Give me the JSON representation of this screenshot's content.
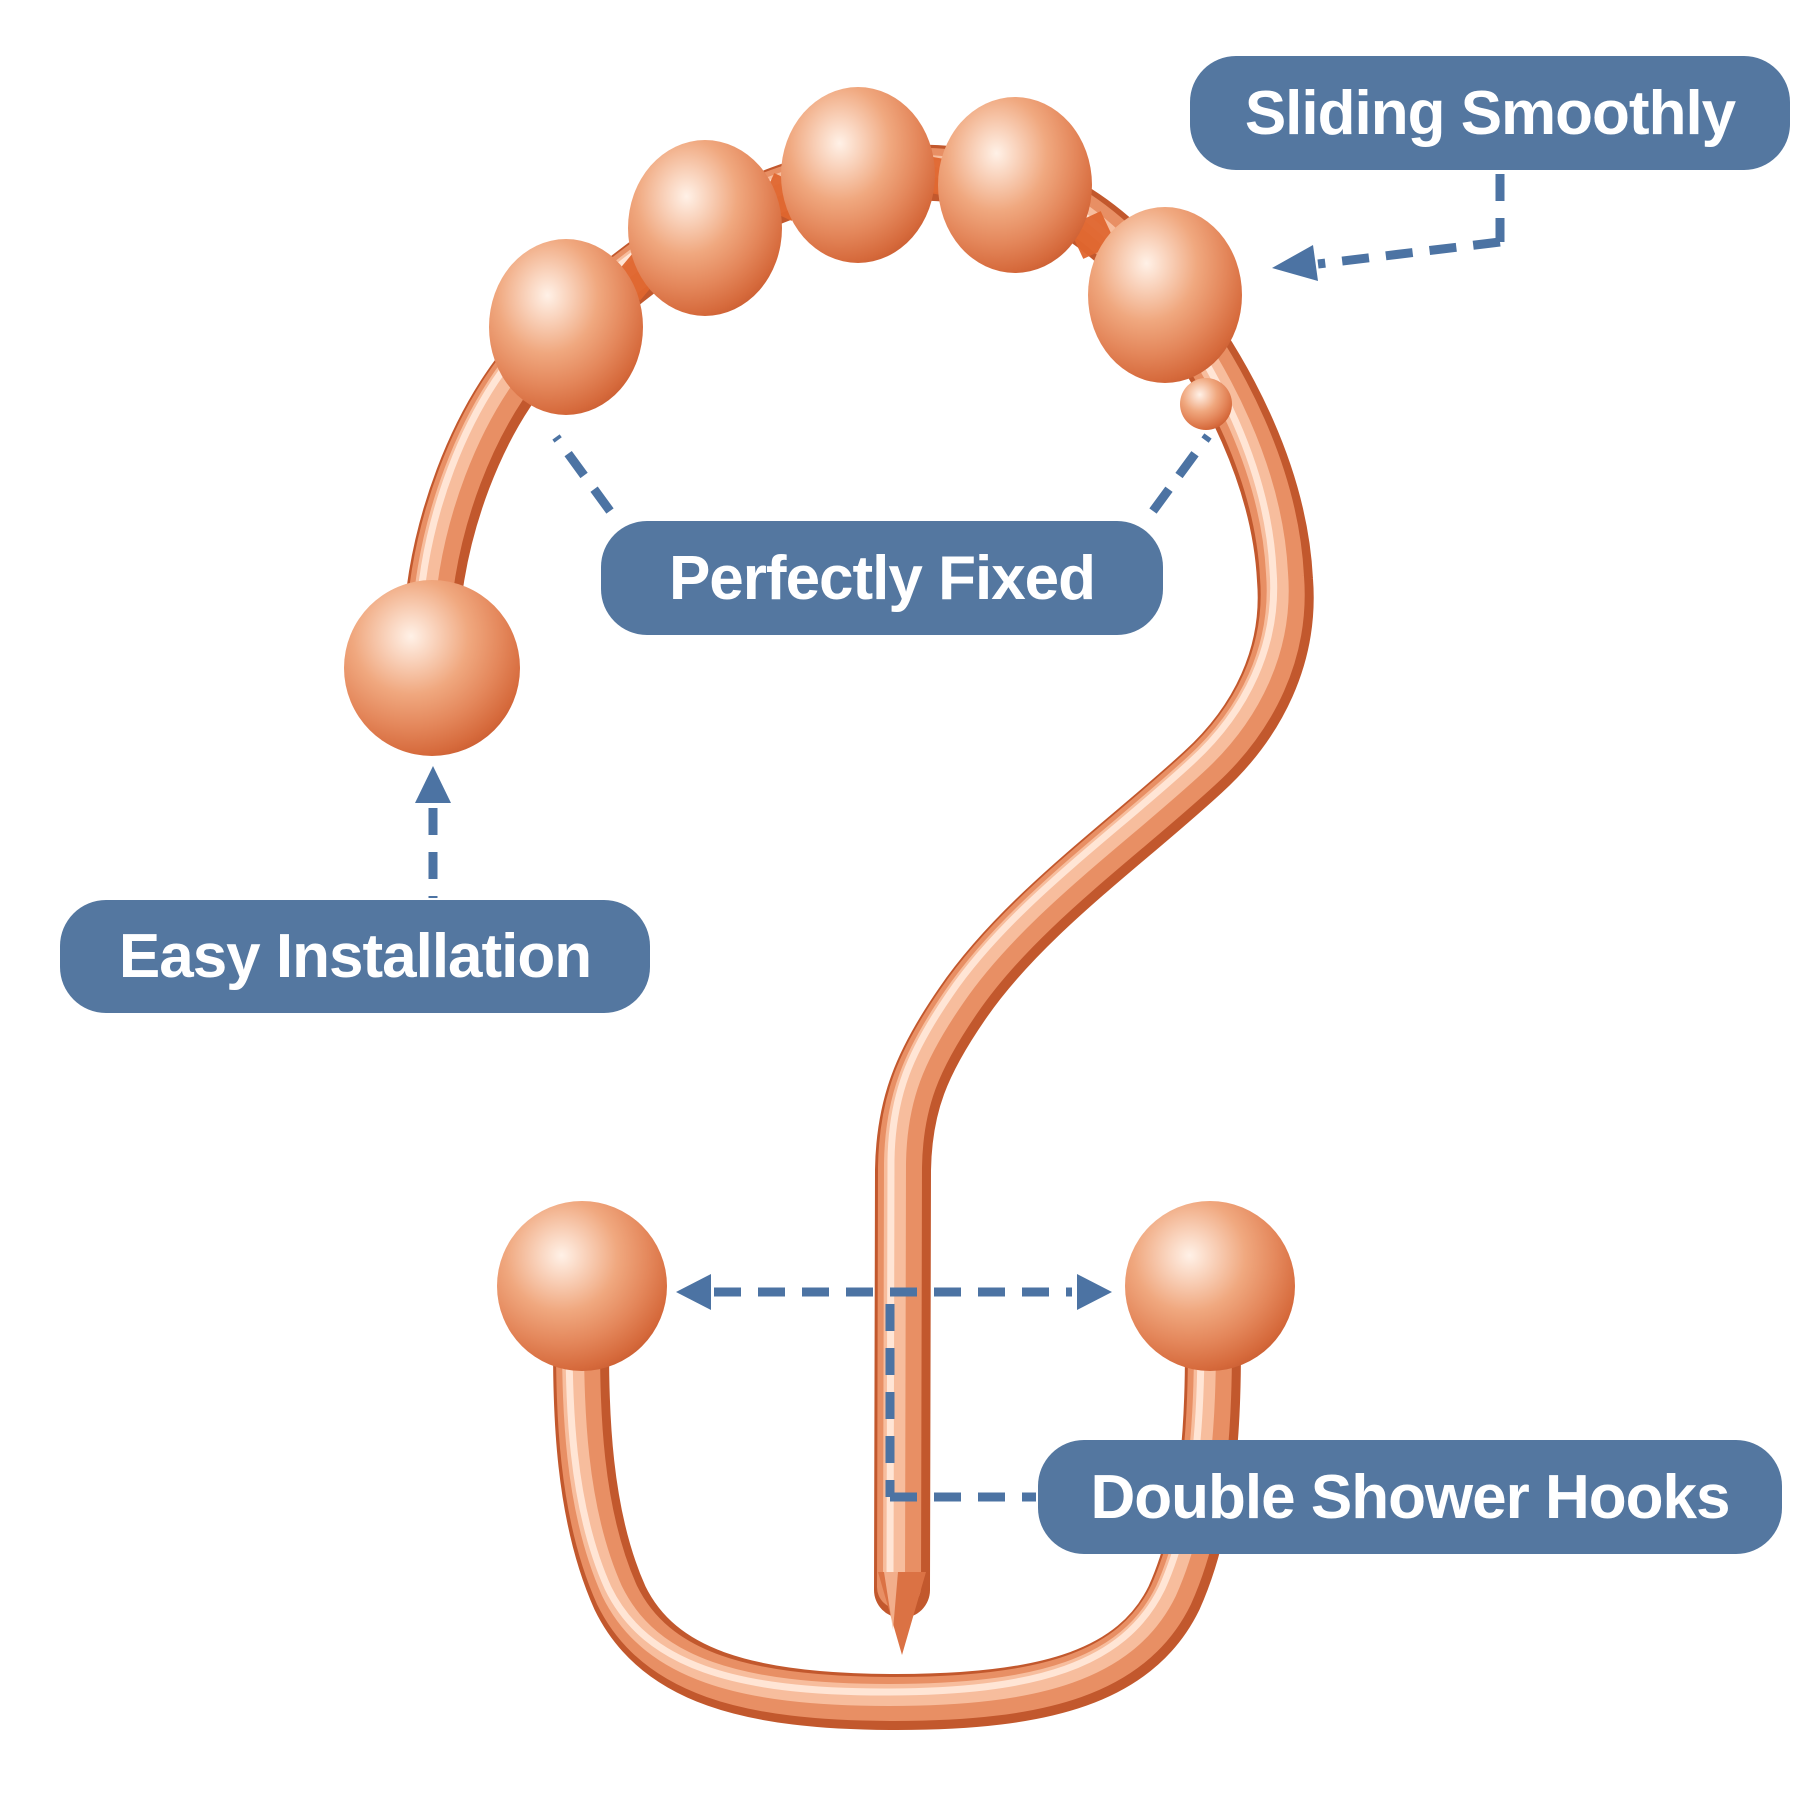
{
  "background_color": "#FFFFFF",
  "accent_color": "#5477A0",
  "dash_color": "#4C73A3",
  "label_text_color": "#FFFFFF",
  "copper_colors": {
    "specular": "#FFE9DC",
    "highlight": "#F7BD9D",
    "mid": "#E88F64",
    "dark": "#C2582D"
  },
  "callouts": {
    "sliding_smoothly": "Sliding Smoothly",
    "perfectly_fixed": "Perfectly Fixed",
    "easy_installation": "Easy Installation",
    "double_shower_hooks": "Double Shower Hooks"
  },
  "icons": {
    "sliding_pointer": "dashed-elbow-arrow-left-icon",
    "fixed_pointer_left": "dashed-line-up-left-icon",
    "fixed_pointer_right": "dashed-line-up-right-icon",
    "easy_pointer": "dashed-arrow-up-icon",
    "spacing_pointer": "dashed-double-headed-arrow-icon",
    "hooks_pointer": "dashed-elbow-connector-icon"
  }
}
